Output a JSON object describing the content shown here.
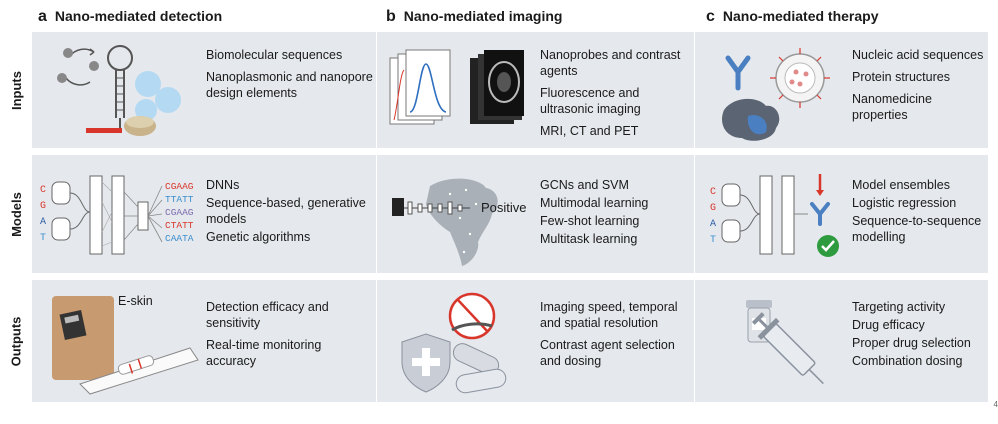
{
  "columns": [
    {
      "letter": "a",
      "title": "Nano-mediated detection"
    },
    {
      "letter": "b",
      "title": "Nano-mediated imaging"
    },
    {
      "letter": "c",
      "title": "Nano-mediated therapy"
    }
  ],
  "rows": [
    "Inputs",
    "Models",
    "Outputs"
  ],
  "detection": {
    "inputs": [
      "Biomolecular sequences",
      "Nanoplasmonic and nanopore design elements"
    ],
    "models": [
      "DNNs",
      "Sequence-based, generative models",
      "Genetic algorithms"
    ],
    "outputs": [
      "Detection efficacy and sensitivity",
      "Real-time monitoring accuracy"
    ],
    "bases_left": [
      "C",
      "G",
      "A",
      "T"
    ],
    "sequences": [
      "CGAAG",
      "TTATT",
      "CGAAG",
      "CTATT",
      "CAATA"
    ],
    "eskin_label": "E-skin"
  },
  "imaging": {
    "inputs": [
      "Nanoprobes and contrast agents",
      "Fluorescence and ultrasonic imaging",
      "MRI, CT and PET"
    ],
    "models": [
      "GCNs and SVM",
      "Multimodal learning",
      "Few-shot learning",
      "Multitask learning"
    ],
    "outputs": [
      "Imaging speed, temporal and spatial resolution",
      "Contrast agent selection and dosing"
    ],
    "positive_label": "Positive"
  },
  "therapy": {
    "inputs": [
      "Nucleic acid sequences",
      "Protein structures",
      "Nanomedicine properties"
    ],
    "models": [
      "Model ensembles",
      "Logistic regression",
      "Sequence-to-sequence modelling"
    ],
    "outputs": [
      "Targeting activity",
      "Drug efficacy",
      "Proper drug selection",
      "Combination dosing"
    ],
    "bases_left": [
      "C",
      "G",
      "A",
      "T"
    ]
  },
  "colors": {
    "band": "#e5e8ec",
    "icon_blue": "#4a7fc1",
    "light_blue": "#a8d4f5",
    "red": "#d9362b",
    "green": "#2e9b3f",
    "base_c": "#d9362b",
    "base_g": "#2f5fa8",
    "base_a": "#7b6bb0",
    "base_t": "#3a8fd0"
  },
  "page_mark": "4"
}
